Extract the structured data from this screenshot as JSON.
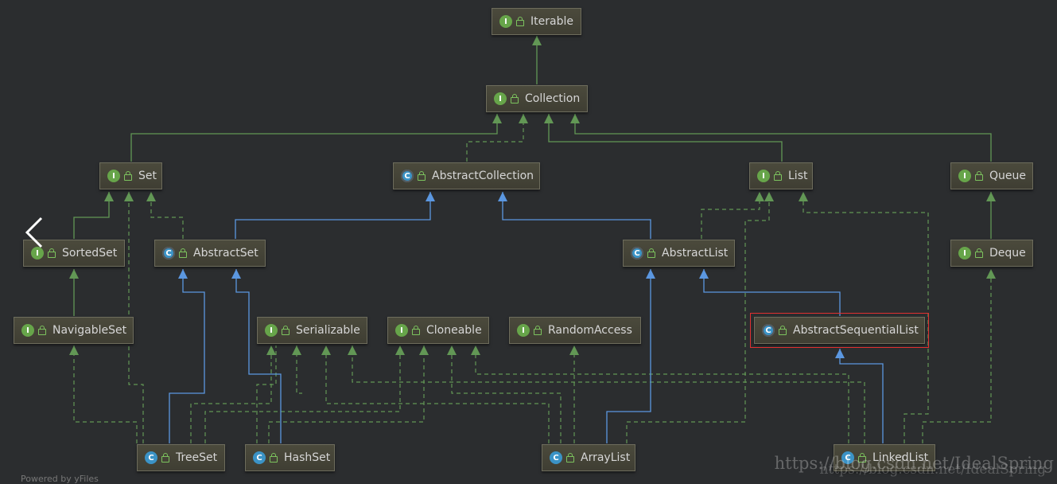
{
  "nodes": {
    "iterable": {
      "label": "Iterable",
      "kind": "interface"
    },
    "collection": {
      "label": "Collection",
      "kind": "interface"
    },
    "set": {
      "label": "Set",
      "kind": "interface"
    },
    "abstract_collection": {
      "label": "AbstractCollection",
      "kind": "abstract-class"
    },
    "list": {
      "label": "List",
      "kind": "interface"
    },
    "queue": {
      "label": "Queue",
      "kind": "interface"
    },
    "sorted_set": {
      "label": "SortedSet",
      "kind": "interface"
    },
    "abstract_set": {
      "label": "AbstractSet",
      "kind": "abstract-class"
    },
    "abstract_list": {
      "label": "AbstractList",
      "kind": "abstract-class"
    },
    "deque": {
      "label": "Deque",
      "kind": "interface"
    },
    "navigable_set": {
      "label": "NavigableSet",
      "kind": "interface"
    },
    "serializable": {
      "label": "Serializable",
      "kind": "interface"
    },
    "cloneable": {
      "label": "Cloneable",
      "kind": "interface"
    },
    "random_access": {
      "label": "RandomAccess",
      "kind": "interface"
    },
    "abstract_sequential_list": {
      "label": "AbstractSequentialList",
      "kind": "abstract-class"
    },
    "tree_set": {
      "label": "TreeSet",
      "kind": "class"
    },
    "hash_set": {
      "label": "HashSet",
      "kind": "class"
    },
    "array_list": {
      "label": "ArrayList",
      "kind": "class"
    },
    "linked_list": {
      "label": "LinkedList",
      "kind": "class"
    }
  },
  "badges": {
    "interface": "I",
    "class": "C",
    "abstract": "C"
  },
  "selected_node": "abstract_sequential_list",
  "colors": {
    "extends_edge": "#5b97e0",
    "implements_edge": "#629755",
    "interface_badge": "#67a54a",
    "class_badge": "#3b93c6",
    "selection": "#e03030"
  },
  "watermark": {
    "line1": "https://blog.csdn.net/IdealSpring",
    "line2": "https://blog.csdn.net/IdealSpring"
  },
  "footer": {
    "label": "Powered by yFiles"
  }
}
